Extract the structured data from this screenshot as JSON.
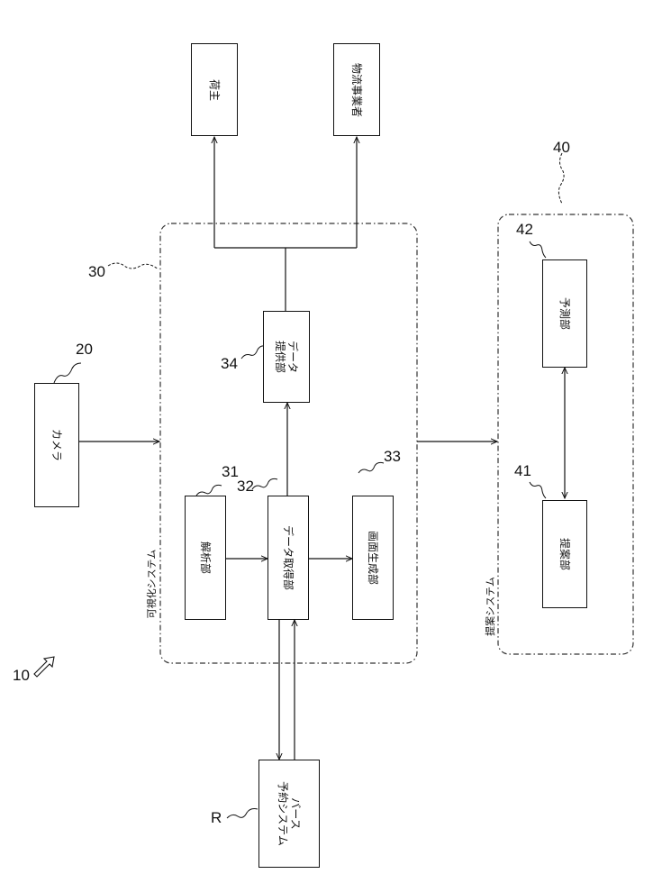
{
  "figure": {
    "system_ref": "10",
    "camera": {
      "ref": "20",
      "label": "カメラ"
    },
    "visualization_system": {
      "ref": "30",
      "label": "可視化システム",
      "analysis": {
        "ref": "31",
        "label": "解析部"
      },
      "data_acquisition": {
        "ref": "32",
        "label": "データ取得部"
      },
      "screen_generation": {
        "ref": "33",
        "label": "画面生成部"
      },
      "data_provision": {
        "ref": "34",
        "label_line1": "データ",
        "label_line2": "提供部"
      }
    },
    "proposal_system": {
      "ref": "40",
      "label": "提案システム",
      "proposal": {
        "ref": "41",
        "label": "提案部"
      },
      "prediction": {
        "ref": "42",
        "label": "予測部"
      }
    },
    "reservation_system": {
      "ref": "R",
      "label_line1": "バース",
      "label_line2": "予約システム"
    },
    "shipper": {
      "label": "荷主"
    },
    "logistics_operator": {
      "label": "物流事業者"
    }
  }
}
